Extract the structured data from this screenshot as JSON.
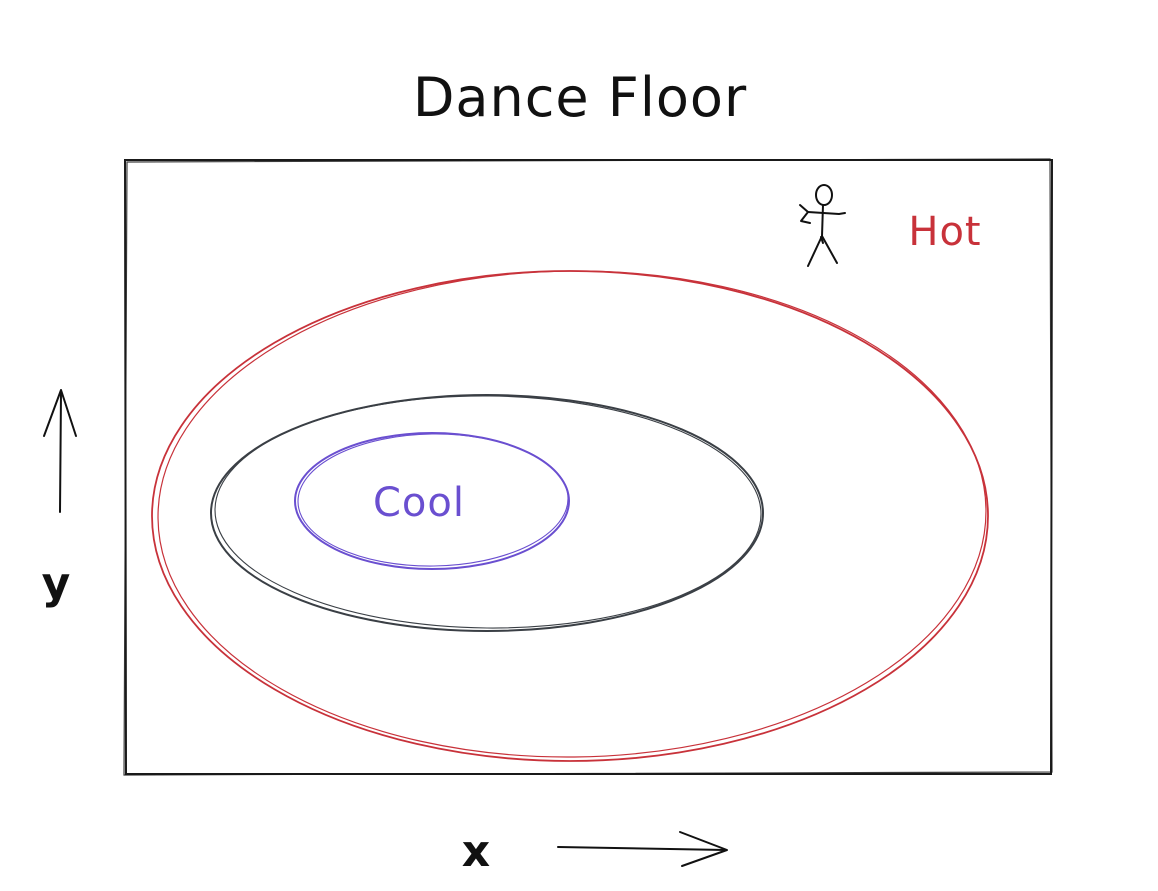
{
  "diagram": {
    "title": "Dance Floor",
    "zones": {
      "cool": {
        "label": "Cool",
        "color": "#6a4fd0"
      },
      "middle": {
        "color": "#3a3f45"
      },
      "hot": {
        "label": "Hot",
        "color": "#c8323a"
      }
    },
    "axes": {
      "x_label": "x",
      "y_label": "y"
    },
    "ink_color": "#111111",
    "figure_icon": "stick-figure-icon"
  }
}
